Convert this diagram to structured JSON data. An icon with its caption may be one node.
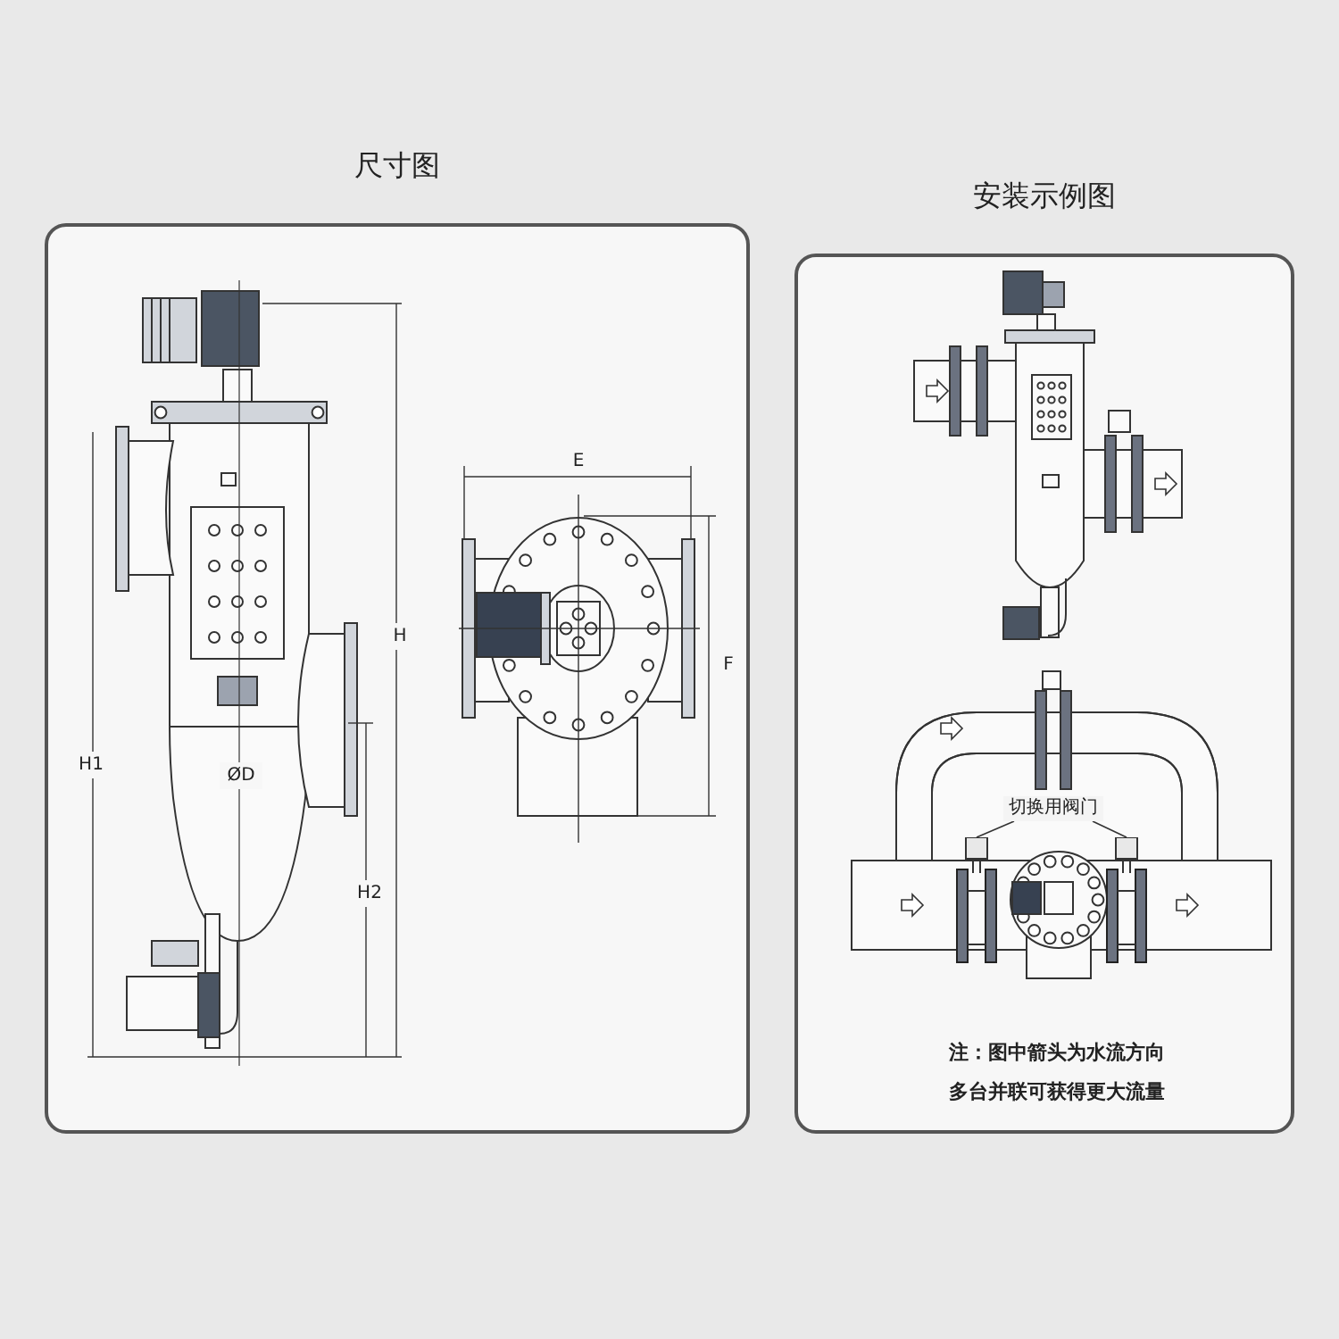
{
  "diagram": {
    "nodes": [
      {
        "text": [
          "尺寸图"
        ]
      },
      {
        "text": [
          "安装示例图"
        ]
      },
      {
        "text": [
          "切换用阀门"
        ],
        "in": 1
      },
      {
        "text": [],
        "shape": "picture",
        "in": 1
      },
      {
        "text": [],
        "shape": "picture",
        "in": 1
      }
    ],
    "edges": [
      {
        "from": 2,
        "to": 3,
        "arrow": "none"
      },
      {
        "from": 2,
        "to": 4,
        "arrow": "none"
      }
    ],
    "labels": [
      "E",
      "F",
      "H",
      "H1",
      "H2",
      "ØD",
      "注：图中箭头为水流方向",
      "多台并联可获得更大流量"
    ]
  }
}
